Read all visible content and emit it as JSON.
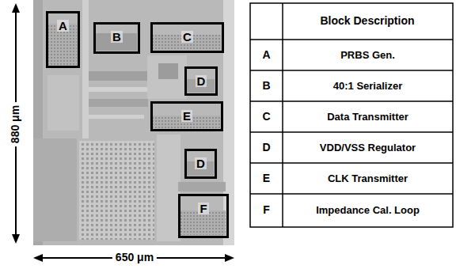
{
  "diagram": {
    "nodes": [
      {
        "text": [
          "A"
        ]
      },
      {
        "text": [
          "B"
        ]
      },
      {
        "text": [
          "C"
        ]
      },
      {
        "text": [
          "D"
        ]
      },
      {
        "text": [
          "E"
        ]
      },
      {
        "text": [
          "D"
        ]
      },
      {
        "text": [
          "F"
        ]
      }
    ],
    "labels": [
      "880 μm",
      "650 μm",
      "Block Description",
      "A",
      "PRBS Gen.",
      "B",
      "40:1 Serializer",
      "C",
      "Data Transmitter",
      "D",
      "VDD/VSS Regulator",
      "E",
      "CLK Transmitter",
      "F",
      "Impedance Cal. Loop"
    ]
  }
}
